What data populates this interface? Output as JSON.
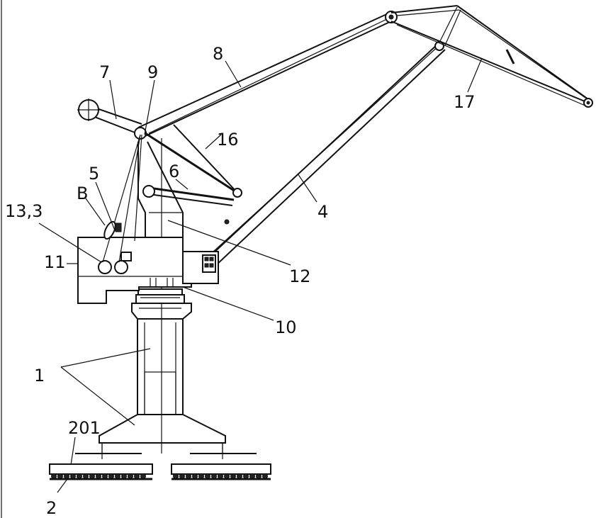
{
  "labels": {
    "l1": "1",
    "l2": "2",
    "l4": "4",
    "l5": "5",
    "l6": "6",
    "l7": "7",
    "l8": "8",
    "l9": "9",
    "l10": "10",
    "l11": "11",
    "l12": "12",
    "l13_3": "13,3",
    "l16": "16",
    "l17": "17",
    "lB": "B",
    "l201": "201"
  }
}
